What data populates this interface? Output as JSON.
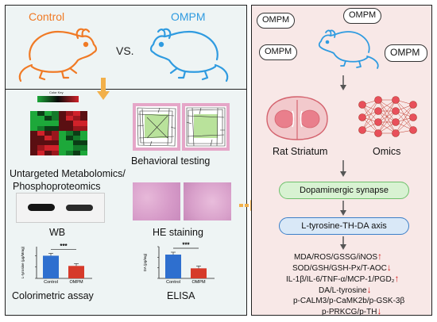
{
  "top": {
    "control_label": "Control",
    "vs_label": "VS.",
    "ompm_label": "OMPM"
  },
  "left": {
    "heatmap_key": "Color Key",
    "metabolomics_label_line1": "Untargeted Metabolomics/",
    "metabolomics_label_line2": "Phosphoproteomics",
    "behavior_label": "Behavioral testing",
    "wb_label": "WB",
    "he_label": "HE staining",
    "colorimetric_label": "Colorimetric assay",
    "elisa_label": "ELISA"
  },
  "chart_data": [
    {
      "type": "bar",
      "categories": [
        "Control",
        "OMPM"
      ],
      "values": [
        10,
        5.5
      ],
      "ylabel": "L-tyrosine (μg/Mmg)",
      "significance": "***",
      "colors": [
        "#2e6fcf",
        "#d63a2a"
      ]
    },
    {
      "type": "bar",
      "categories": [
        "Control",
        "OMPM"
      ],
      "values": [
        225,
        95
      ],
      "ylabel": "DA (pg/mg)",
      "significance": "***",
      "colors": [
        "#2e6fcf",
        "#d63a2a"
      ]
    }
  ],
  "right": {
    "cloud_labels": [
      "OMPM",
      "OMPM",
      "OMPM",
      "OMPM"
    ],
    "striatum_label": "Rat Striatum",
    "omics_label": "Omics",
    "pathway1": "Dopaminergic synapse",
    "pathway2": "L-tyrosine-TH-DA axis",
    "markers": [
      {
        "text": "MDA/ROS/GSSG/iNOS",
        "arrow": "↑"
      },
      {
        "text": "SOD/GSH/GSH-Px/T-AOC",
        "arrow": "↓"
      },
      {
        "text": "IL-1β/IL-6/TNF-α/MCP-1/PGD₂",
        "arrow": "↑"
      },
      {
        "text": "DA/L-tyrosine",
        "arrow": "↓"
      },
      {
        "text": "p-CALM3/p-CaMK2b/p-GSK-3β",
        "arrow": ""
      },
      {
        "text": "p-PRKCG/p-TH",
        "arrow": "↓"
      }
    ]
  },
  "colors": {
    "left_bg": "#eef4f4",
    "right_bg": "#f8e8e7",
    "control_orange": "#f07a25",
    "ompm_blue": "#2f9be0",
    "pathway1_fill": "#d8f2d2",
    "pathway1_border": "#6ec06b",
    "pathway2_fill": "#d9e8f7",
    "pathway2_border": "#3c7fc8",
    "up_arrow": "#d42020"
  }
}
